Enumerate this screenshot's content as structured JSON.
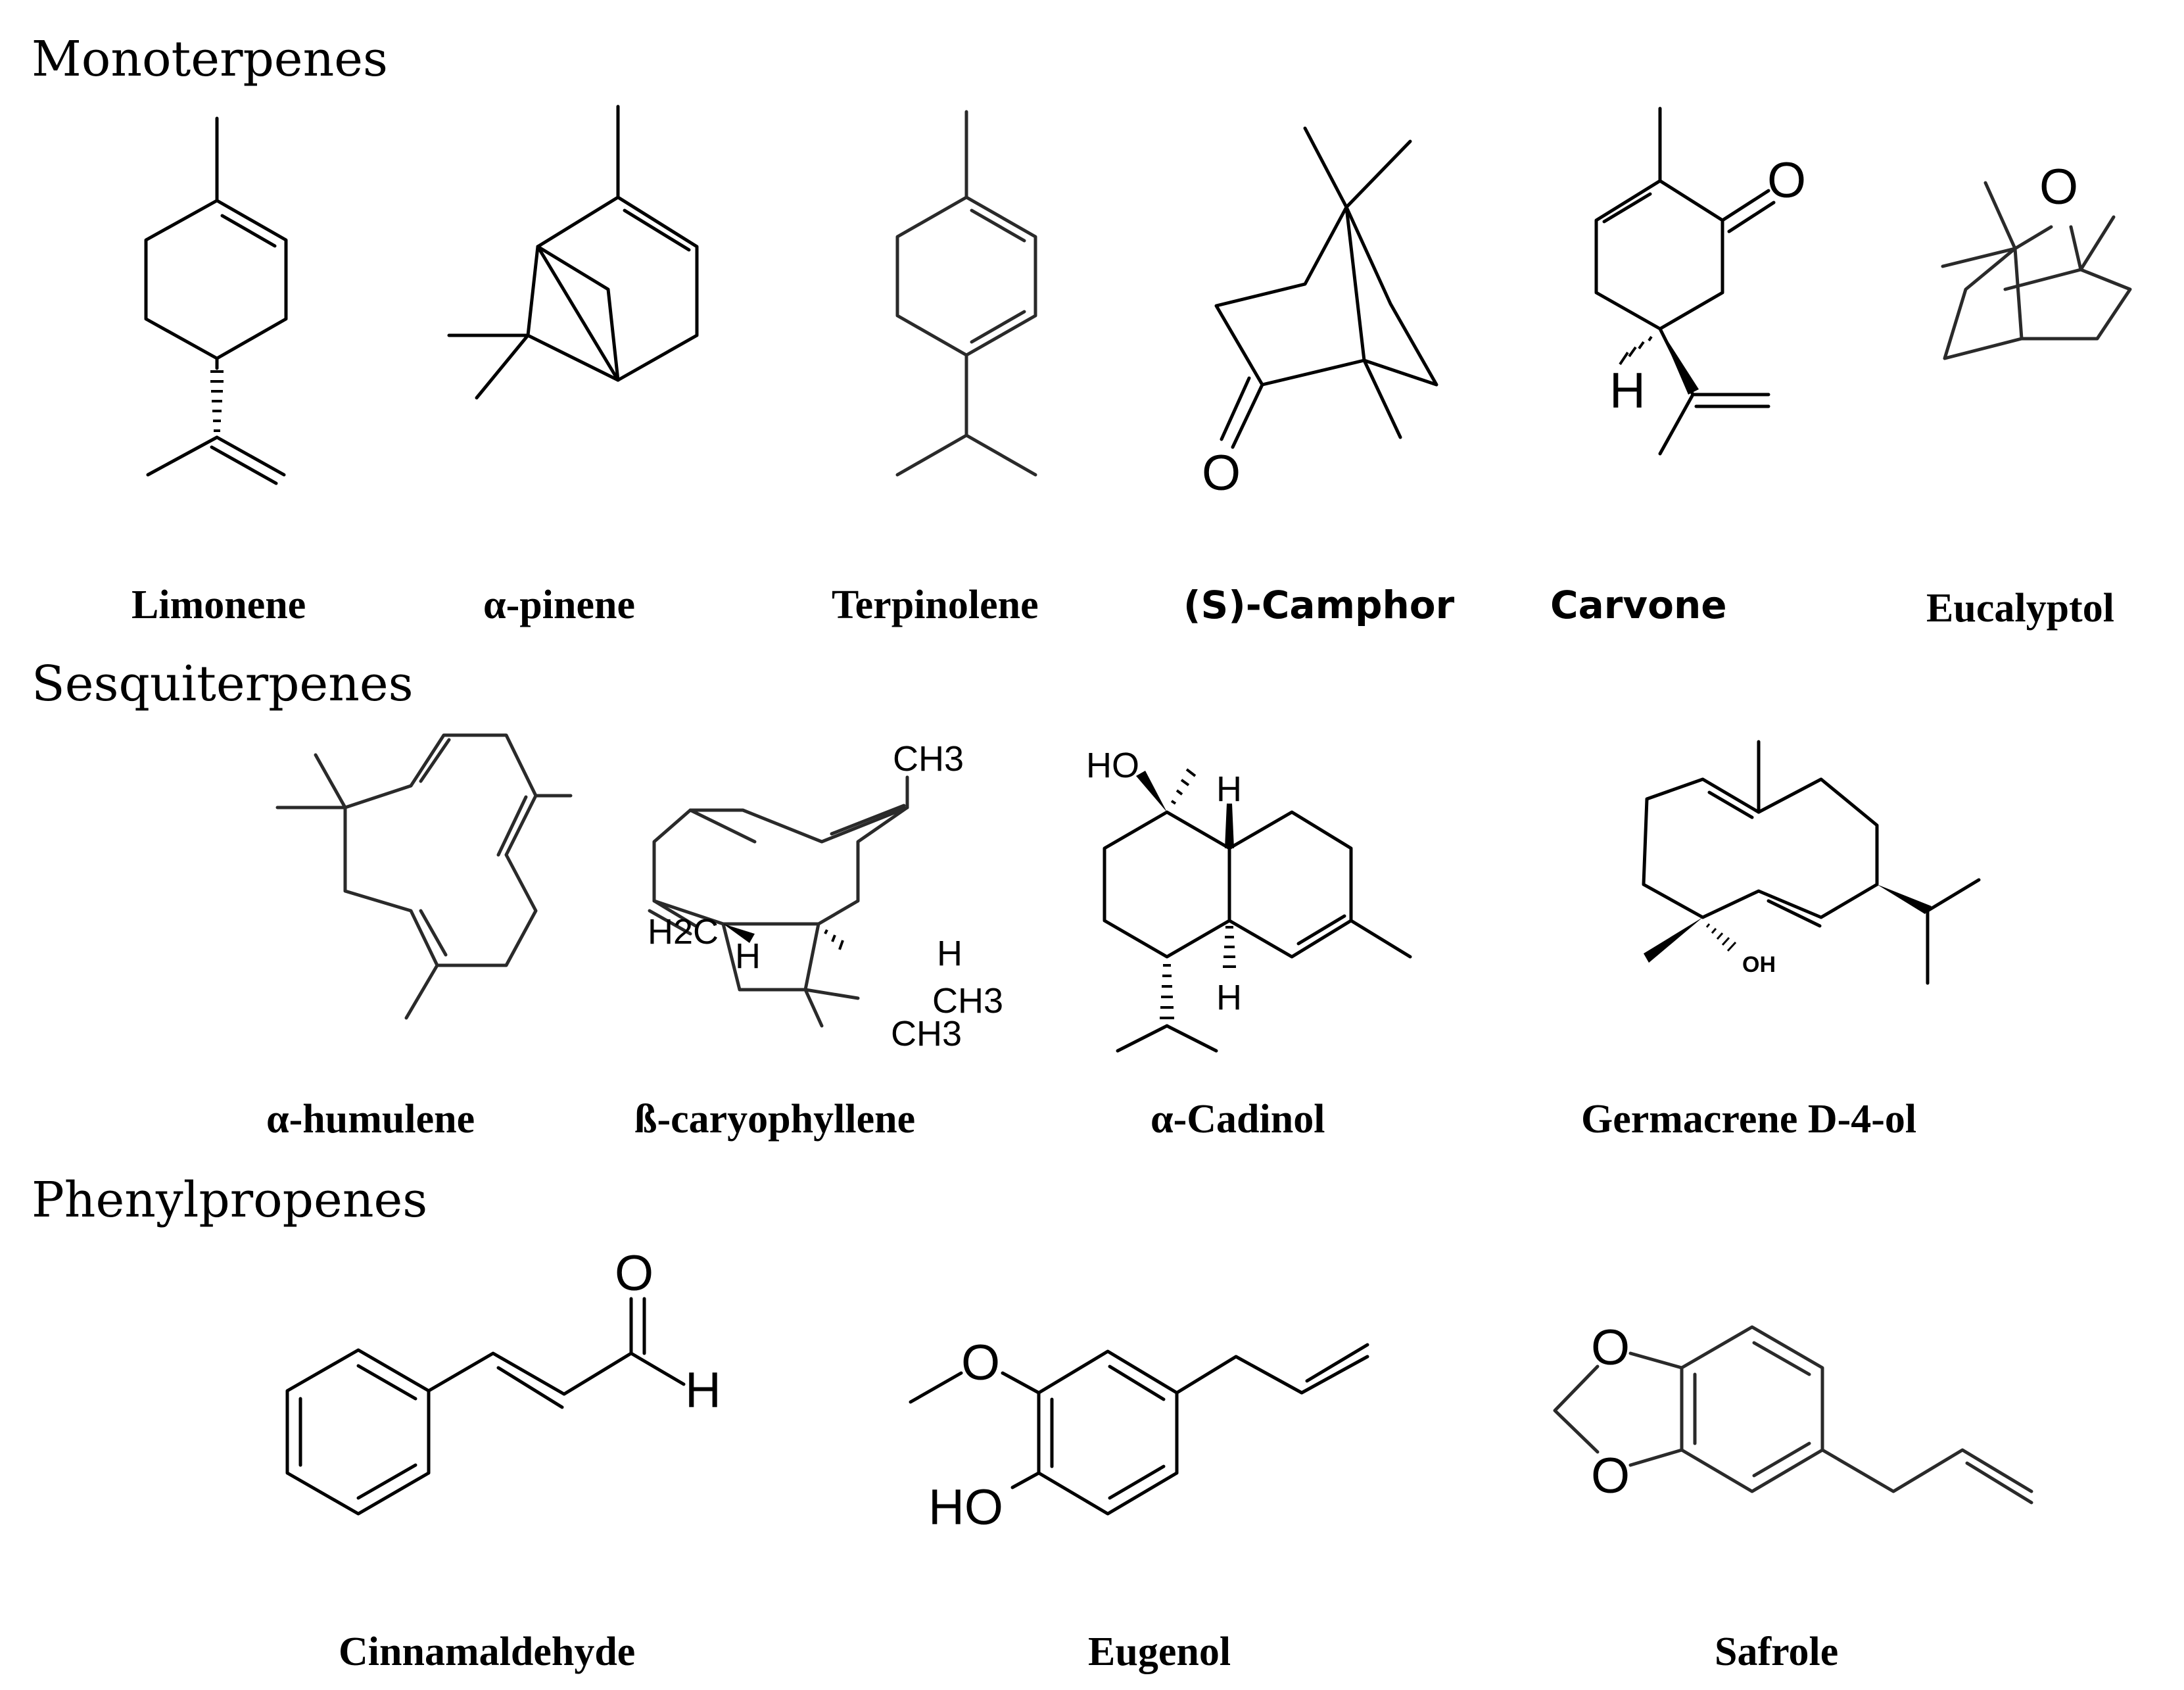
{
  "sections": {
    "monoterpenes": "Monoterpenes",
    "sesquiterpenes": "Sesquiterpenes",
    "phenylpropenes": "Phenylpropenes"
  },
  "compounds": {
    "limonene": "Limonene",
    "alpha_pinene": "α-pinene",
    "terpinolene": "Terpinolene",
    "s_camphor": "(S)-Camphor",
    "carvone": "Carvone",
    "eucalyptol": "Eucalyptol",
    "alpha_humulene": "α-humulene",
    "beta_caryophyllene": "ß-caryophyllene",
    "alpha_cadinol": "α-Cadinol",
    "germacrene_d_4_ol": "Germacrene D-4-ol",
    "cinnamaldehyde": "Cinnamaldehyde",
    "eugenol": "Eugenol",
    "safrole": "Safrole"
  },
  "atoms": {
    "camphor_o": "O",
    "carvone_o": "O",
    "carvone_h": "H",
    "eucalyptol_o": "O",
    "caryo_ch3_top": "CH3",
    "caryo_h2c": "H2C",
    "caryo_h_left": "H",
    "caryo_h_right": "H",
    "caryo_ch3_a": "CH3",
    "caryo_ch3_b": "CH3",
    "cadinol_ho": "HO",
    "cadinol_h_top": "H",
    "cadinol_h_bottom": "H",
    "germacrene_oh": "OH",
    "cinnam_o": "O",
    "cinnam_h": "H",
    "eugenol_o": "O",
    "eugenol_ho": "HO",
    "safrole_o_top": "O",
    "safrole_o_bottom": "O"
  }
}
